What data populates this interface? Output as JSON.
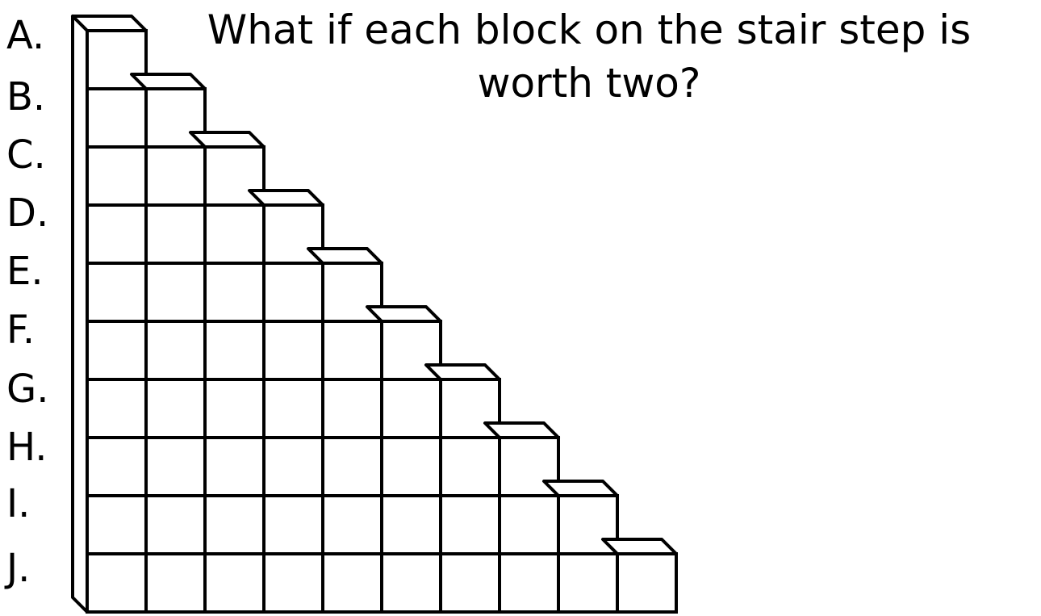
{
  "question": "What if each block on the stair step is worth two?",
  "row_labels": [
    "A.",
    "B.",
    "C.",
    "D.",
    "E.",
    "F.",
    "G.",
    "H.",
    "I.",
    "J."
  ],
  "stair": {
    "column_heights": [
      10,
      9,
      8,
      7,
      6,
      5,
      4,
      3,
      2,
      1
    ],
    "block_color": "#ffffff",
    "outline_color": "#000000"
  }
}
